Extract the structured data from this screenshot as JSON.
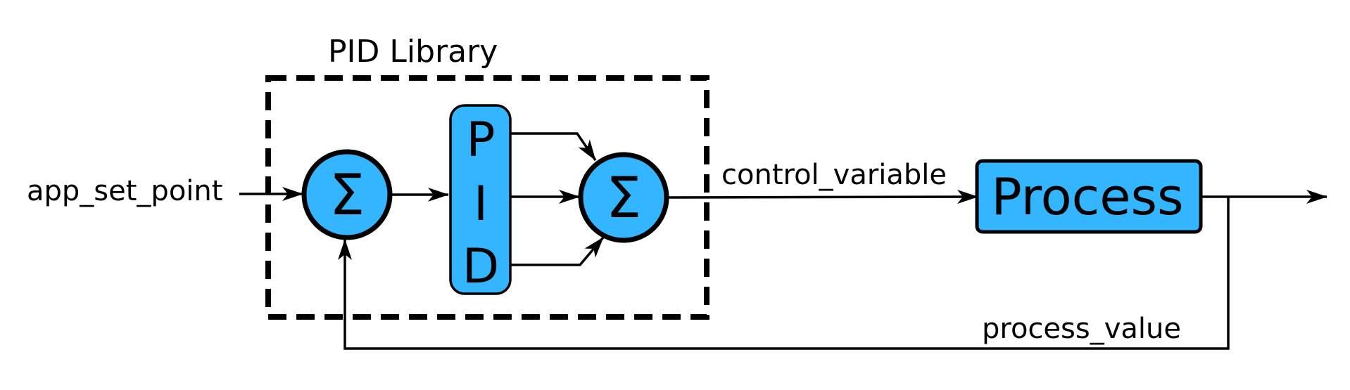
{
  "title": "PID Library",
  "input_label": "app_set_point",
  "sum_symbol": "Σ",
  "pid_block": {
    "p": "P",
    "i": "I",
    "d": "D"
  },
  "control_label": "control_variable",
  "process_label": "Process",
  "feedback_label": "process_value",
  "colors": {
    "block_fill": "#33b5ff",
    "stroke": "#000000",
    "background": "#ffffff"
  }
}
